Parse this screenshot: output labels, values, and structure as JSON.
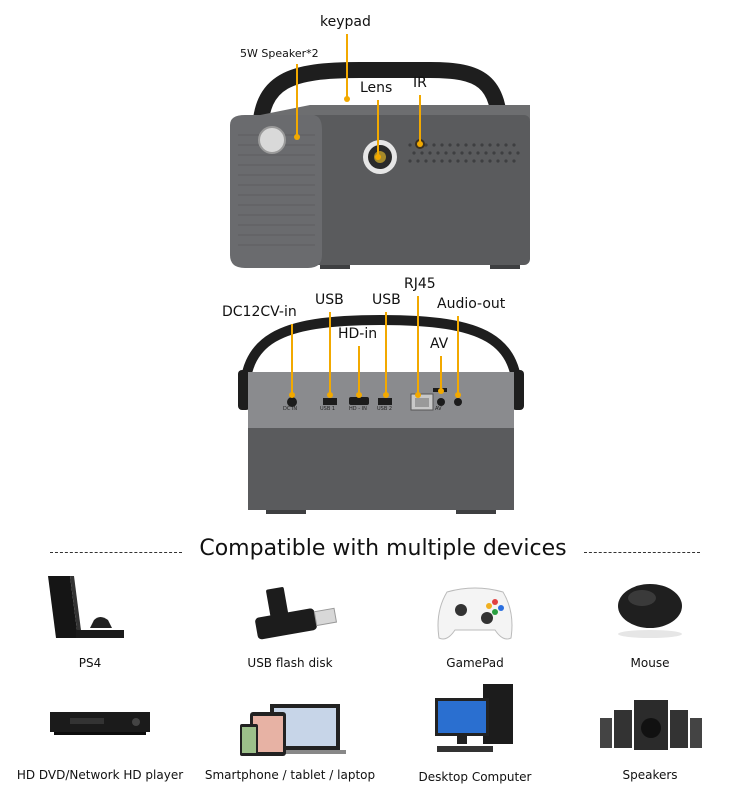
{
  "callouts": {
    "keypad": "keypad",
    "speaker": "5W Speaker*2",
    "lens": "Lens",
    "ir": "IR",
    "dc_in": "DC12CV-in",
    "usb_1": "USB",
    "usb_2": "USB",
    "rj45": "RJ45",
    "audio_out": "Audio-out",
    "hd_in": "HD-in",
    "av": "AV"
  },
  "port_labels": {
    "dc": "DC IN",
    "usb1": "USB 1",
    "hd": "HD - IN",
    "usb2": "USB 2",
    "av": "AV"
  },
  "heading": "Compatible with multiple devices",
  "devices": [
    {
      "label": "PS4",
      "icon": "ps4-console-icon"
    },
    {
      "label": "USB flash disk",
      "icon": "usb-flash-disk-icon"
    },
    {
      "label": "GamePad",
      "icon": "gamepad-icon"
    },
    {
      "label": "Mouse",
      "icon": "mouse-icon"
    },
    {
      "label": "HD DVD/Network HD player",
      "icon": "dvd-player-icon"
    },
    {
      "label": "Smartphone / tablet / laptop",
      "icon": "smartphone-tablet-laptop-icon"
    },
    {
      "label": "Desktop Computer",
      "icon": "desktop-computer-icon"
    },
    {
      "label": "Speakers",
      "icon": "speakers-icon"
    }
  ],
  "colors": {
    "accent": "#f2a900",
    "body": "#5a5b5d",
    "dark": "#2b2b2b"
  }
}
